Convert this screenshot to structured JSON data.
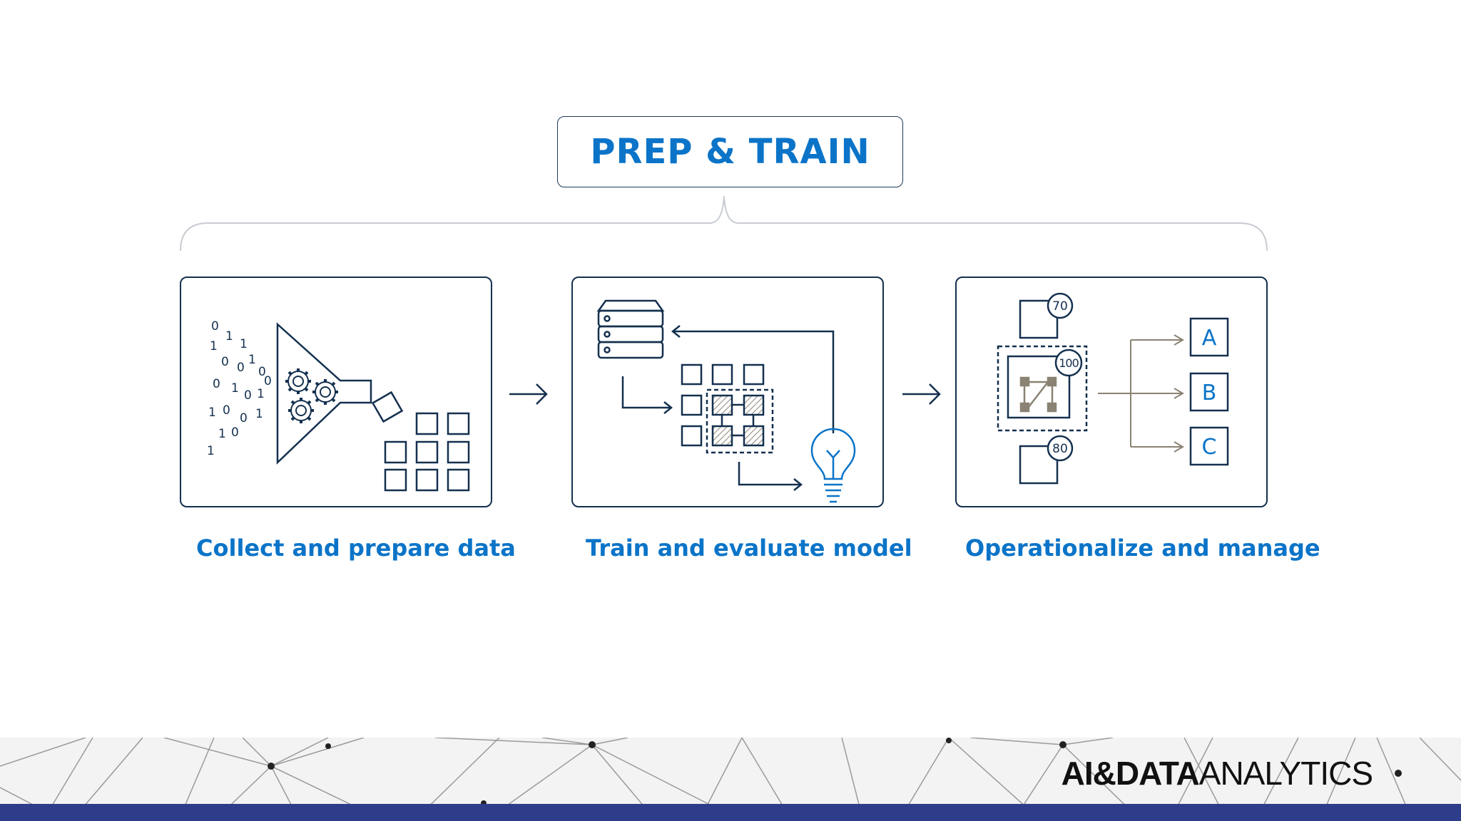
{
  "header": {
    "title": "PREP & TRAIN"
  },
  "steps": [
    {
      "label": "Collect and prepare data"
    },
    {
      "label": "Train and evaluate model"
    },
    {
      "label": "Operationalize and manage"
    }
  ],
  "collect_panel": {
    "binary_digits": [
      "0",
      "1",
      "1",
      "1",
      "0",
      "0",
      "1",
      "0",
      "0",
      "1",
      "0",
      "1",
      "1",
      "0",
      "0",
      "1",
      "1",
      "0",
      "1",
      "0"
    ]
  },
  "manage_panel": {
    "scores": [
      "70",
      "100",
      "80"
    ],
    "outputs": [
      "A",
      "B",
      "C"
    ]
  },
  "footer": {
    "brand_bold": "AI&DATA",
    "brand_light": "ANALYTICS"
  },
  "colors": {
    "accent": "#0b74c8",
    "outline": "#14304f",
    "footer_bar": "#2e3d8a",
    "gray_icon": "#8a8273"
  }
}
